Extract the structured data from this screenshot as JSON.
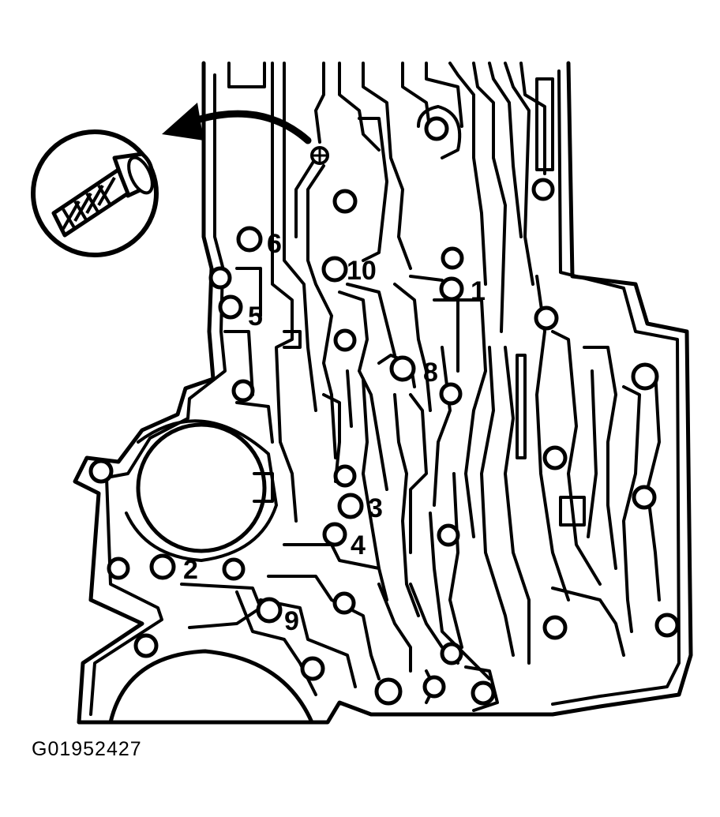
{
  "figure_id": "G01952427",
  "callouts": {
    "n1": "1",
    "n2": "2",
    "n3": "3",
    "n4": "4",
    "n5": "5",
    "n6": "6",
    "n8": "8",
    "n9": "9",
    "n10": "10"
  },
  "icons": {
    "inset": "bolt-detail-icon",
    "arrow": "curved-arrow-icon",
    "marker": "special-bolt-marker-icon"
  }
}
